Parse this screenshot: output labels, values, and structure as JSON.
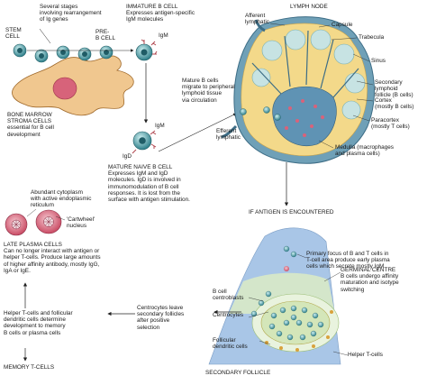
{
  "labels": {
    "stem_cell": "STEM\nCELL",
    "several_stages": "Several stages\ninvolving rearrangement\nof Ig genes",
    "pre_b_cell": "PRE-\nB CELL",
    "immature_b_cell": "IMMATURE B CELL\nExpresses antigen-specific\nIgM molecules",
    "igm_top": "IgM",
    "igm_mid": "IgM",
    "igd_mid": "IgD",
    "bone_marrow": "BONE MARROW\nSTROMA CELLS\nessential for B cell\ndevelopment",
    "mature_b_migrate": "Mature B cells\nmigrate to peripheral\nlymphoid tissue\nvia circulation",
    "lymph_node": "LYMPH NODE",
    "afferent_lymphatic": "Afferent\nlymphatic",
    "capsule": "Capsule",
    "trabecula": "Trabecula",
    "sinus": "Sinus",
    "secondary_lymphoid_follicle": "Secondary\nlymphoid\nfollicle (B cells)",
    "cortex": "Cortex\n(mostly B cells)",
    "efferent_lymphatic": "Efferent\nlymphatic",
    "paracortex": "Paracortex\n(mostly T cells)",
    "medulla": "Medulla (macrophages\nand plasma cells)",
    "mature_naive": "MATURE NAIVE B CELL\nExpresses IgM and IgD\nmolecules. IgD is involved in\nimmunomodulation of B cell\nresponses. It is lost from the\nsurface with antigen stimulation.",
    "if_antigen": "IF ANTIGEN IS ENCOUNTERED",
    "abundant_cytoplasm": "Abundant cytoplasm\nwith active endoplasmic\nreticulum",
    "cartwheel": "'Cartwheel'\nnucleus",
    "late_plasma": "LATE PLASMA CELLS\nCan no longer interact with antigen or\nhelper T-cells. Produce large amounts\nof higher affinity antibody, mostly IgG,\nIgA or IgE.",
    "primary_focus": "Primary focus of B and T cells in\nT-cell area produce early plasma\ncells which secrete mostly IgM",
    "b_cell_centroblasts": "B cell\ncentroblasts",
    "germinal_centre": "GERMINAL CENTRE\nB cells undergo affinity\nmaturation and isotype\nswitching",
    "centrocytes": "Centrocytes",
    "centrocytes_leave": "Centrocytes leave\nsecondary follicles\nafter positive\nselection",
    "helper_follicular": "Helper T-cells and follicular\ndendritic cells determine\ndevelopment to memory\nB cells or plasma cells",
    "follicular_dendritic": "Follicular\ndendritic cells",
    "memory_t": "MEMORY T-CELLS",
    "helper_t": "Helper T-cells",
    "secondary_follicle": "SECONDARY FOLLICLE"
  },
  "colors": {
    "stroma": "#f0c78f",
    "stroma_nucleus": "#d7637a",
    "b_cell": "#2e7f8a",
    "b_cell_light": "#8fd0d4",
    "node_fill": "#f3d98a",
    "node_outline": "#6fa0b7",
    "cortex_fill": "#c7e3e3",
    "medulla_fill": "#5f93b4",
    "plasma": "#d9627a",
    "tissue_blue": "#a9c6e7",
    "tissue_green": "#d8e9c6",
    "receptor": "#b0464f"
  }
}
